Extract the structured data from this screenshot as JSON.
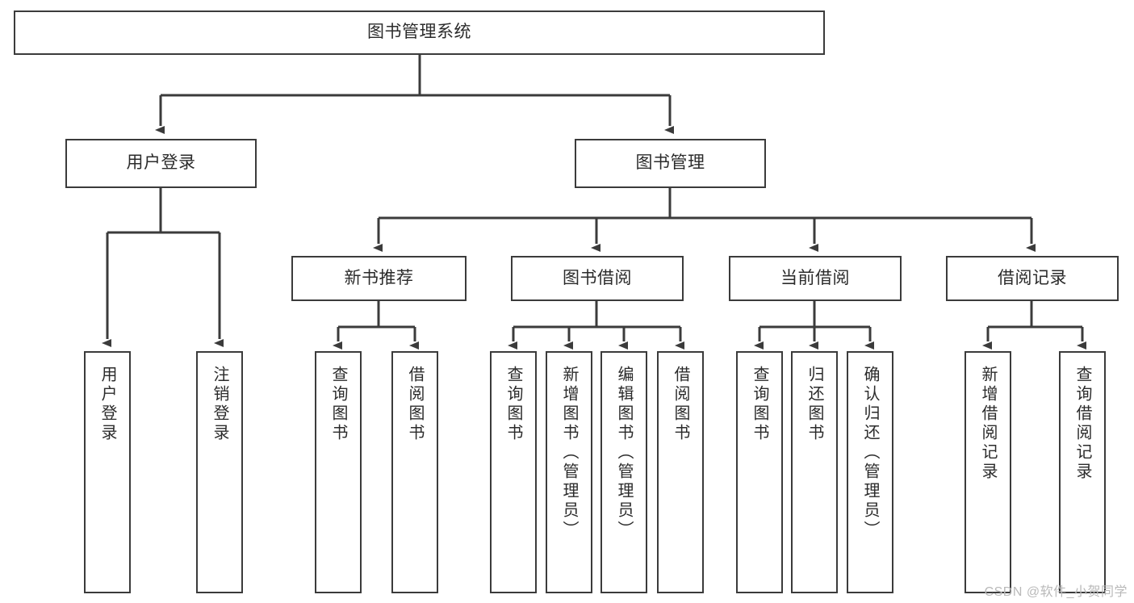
{
  "diagram": {
    "title": "图书管理系统",
    "type": "tree-hierarchy-chart",
    "colors": {
      "box_border": "#3b3b3b",
      "connector": "#3b3b3b",
      "text": "#2b2b2b",
      "background": "#ffffff",
      "watermark": "#b9b9b9"
    },
    "root": {
      "label": "图书管理系统"
    },
    "level2": [
      {
        "label": "用户登录"
      },
      {
        "label": "图书管理"
      }
    ],
    "level3": [
      {
        "label": "新书推荐"
      },
      {
        "label": "图书借阅"
      },
      {
        "label": "当前借阅"
      },
      {
        "label": "借阅记录"
      }
    ],
    "leaves": {
      "user_login": [
        {
          "label": "用户登录"
        },
        {
          "label": "注销登录"
        }
      ],
      "new_book_recommend": [
        {
          "label": "查询图书"
        },
        {
          "label": "借阅图书"
        }
      ],
      "book_borrow": [
        {
          "label": "查询图书"
        },
        {
          "label": "新增图书（管理员）"
        },
        {
          "label": "编辑图书（管理员）"
        },
        {
          "label": "借阅图书"
        }
      ],
      "current_borrow": [
        {
          "label": "查询图书"
        },
        {
          "label": "归还图书"
        },
        {
          "label": "确认归还（管理员）"
        }
      ],
      "borrow_record": [
        {
          "label": "新增借阅记录"
        },
        {
          "label": "查询借阅记录"
        }
      ]
    },
    "watermark": "CSDN @软件_小贺同学"
  }
}
